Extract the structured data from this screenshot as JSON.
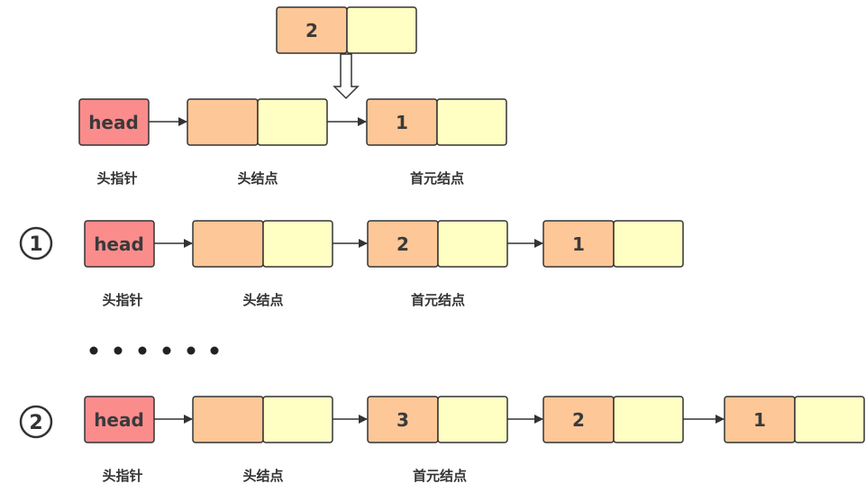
{
  "colors": {
    "head_fill": "#fb8c8c",
    "data_fill": "#fdc797",
    "next_fill": "#ffffc4",
    "stroke": "#333333"
  },
  "insert_node": {
    "data": "2"
  },
  "labels": {
    "head_pointer": "头指针",
    "head_node": "头结点",
    "first_node": "首元结点"
  },
  "head_label": "head",
  "row0": {
    "values": [
      "1"
    ]
  },
  "step1": {
    "marker": "①",
    "values": [
      "2",
      "1"
    ]
  },
  "ellipsis": "• • • • • •",
  "step2": {
    "marker": "②",
    "values": [
      "3",
      "2",
      "1"
    ]
  }
}
